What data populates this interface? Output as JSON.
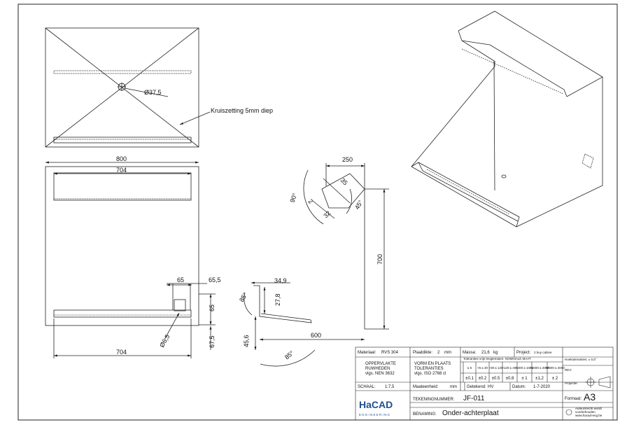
{
  "top_view": {
    "hole_label": "Ø37,5",
    "note": "Kruiszetting 5mm diep"
  },
  "front_view": {
    "width_overall": "800",
    "width_flange_top": "704",
    "width_flange_bottom": "704",
    "detail_w1": "65",
    "detail_w2": "65,5",
    "detail_h1": "65",
    "detail_h2": "67,5",
    "hole_dia": "Ø6,5"
  },
  "section_view": {
    "d_250": "250",
    "d_35": "35",
    "d_2": "2",
    "d_32": "32",
    "a_90": "90°",
    "a_45": "45°",
    "h_700": "700",
    "d_34_9": "34,9",
    "d_27_8": "27,8",
    "a_85a": "85°",
    "d_45_6": "45,6",
    "d_600": "600",
    "a_85b": "85°"
  },
  "title_block": {
    "materiaal_label": "Materiaal:",
    "materiaal_value": "RVS 304",
    "plaatdikte_label": "Plaatdikte:",
    "plaatdikte_value": "2",
    "plaatdikte_unit": "mm",
    "massa_label": "Massa:",
    "massa_value": "21,6",
    "massa_unit": "kg",
    "project_label": "Project:",
    "project_value": "2 buy cabine",
    "oppervlakte_line1": "OPPERVLAKTE",
    "oppervlakte_line2": "RUWHEDEN",
    "oppervlakte_line3": "vlgs. NEN 3632",
    "vorm_line1": "VORM EN PLAATS",
    "vorm_line2": "TOLERANTIES",
    "vorm_line3": "vlgs. ISO 2768 cl",
    "tol_header": "Toleranties vrije lengtematen: NOMINALE MAAT",
    "tol_ranges": [
      "≤ 6",
      ">6 ≤ 30",
      ">30 ≤ 120",
      ">120 ≤ 400",
      ">400 ≤ 1000",
      ">1000 ≤ 2000",
      ">2000 ≤ 4000"
    ],
    "tol_values": [
      "±0.1",
      "±0.2",
      "±0.5",
      "±0.8",
      "± 1",
      "±1,2",
      "± 2"
    ],
    "hoek_label": "Hoektoleranties: ± 0,5°",
    "rev_label": "REV:",
    "projectie_label": "Projectie:",
    "schaal_label": "SCHAAL:",
    "schaal_value": "1:7,5",
    "maateenheid_label": "Maateenheid:",
    "maateenheid_value": "mm",
    "getekend_label": "Getekend:",
    "getekend_value": "HV",
    "datum_label": "Datum:",
    "datum_value": "1-7-2020",
    "tekeningnummer_label": "TEKENINGNUMMER:",
    "tekeningnummer_value": "JF-011",
    "formaat_label": "Formaat:",
    "formaat_value": "A3",
    "benaming_label": "BENAMING:",
    "benaming_value": "Onder-achterplaat",
    "logo_main": "HaCAD",
    "logo_sub": "E N G I N E E R I N G",
    "disclaimer_1": "Auteursrecht wordt",
    "disclaimer_2": "voorbehouden",
    "disclaimer_3": "www.hacad-eng.be"
  }
}
